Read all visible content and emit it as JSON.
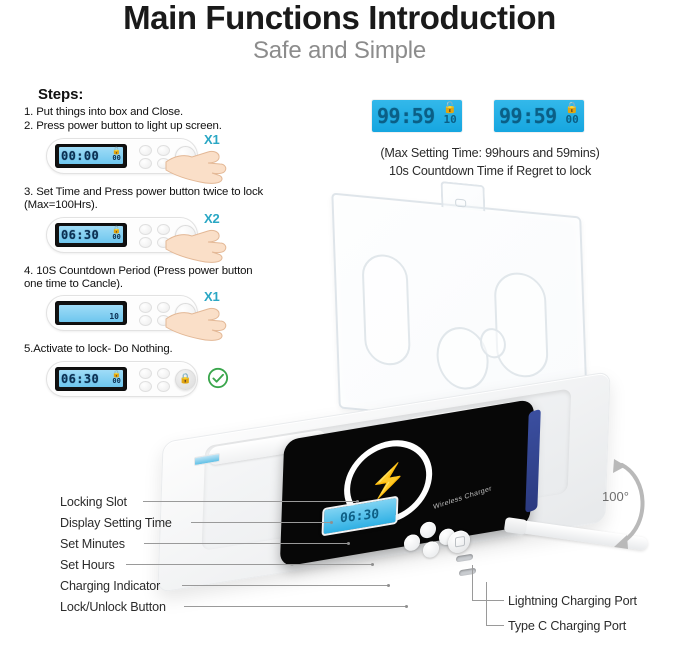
{
  "header": {
    "title": "Main Functions Introduction",
    "subtitle": "Safe and Simple"
  },
  "steps": {
    "heading": "Steps:",
    "items": [
      {
        "text": "1. Put things into box and Close.",
        "has_panel": false
      },
      {
        "text": "2. Press power button to light up screen.",
        "has_panel": true,
        "display_time": "00:00",
        "display_sub": "00",
        "lock_icon": "unlock-icon",
        "press_badge": "X1",
        "indicator": "hand-press"
      },
      {
        "text": "3. Set Time and Press power button twice to lock (Max=100Hrs).",
        "has_panel": true,
        "display_time": "06:30",
        "display_sub": "00",
        "lock_icon": "unlock-icon",
        "press_badge": "X2",
        "indicator": "hand-press"
      },
      {
        "text": "4. 10S Countdown Period (Press power button one time to Cancle).",
        "has_panel": true,
        "display_time": "",
        "display_countdown": "10",
        "display_sub": "",
        "lock_icon": "",
        "press_badge": "X1",
        "indicator": "hand-press"
      },
      {
        "text": "5.Activate to lock- Do Nothing.",
        "has_panel": true,
        "display_time": "06:30",
        "display_sub": "00",
        "lock_icon": "lock-icon",
        "press_badge": "",
        "indicator": "green-check"
      }
    ]
  },
  "max_time_demo": {
    "left_display": {
      "time": "99:59",
      "sub": "10",
      "lock_icon": "unlock-icon"
    },
    "right_display": {
      "time": "99:59",
      "sub": "00",
      "lock_icon": "lock-icon"
    },
    "note_line_1": "(Max Setting Time: 99hours and 59mins)",
    "note_line_2": "10s Countdown Time if Regret to lock"
  },
  "product": {
    "angle_label": "100°",
    "device_lcd_time": "06:30",
    "phone_brand": "Wireless Charger",
    "charging_icon": "lightning-bolt-icon",
    "coil_icon": "wireless-charging-coil-icon"
  },
  "callouts_left": [
    "Locking Slot",
    "Display Setting Time",
    "Set Minutes",
    "Set Hours",
    "Charging Indicator",
    "Lock/Unlock Button"
  ],
  "callouts_right": [
    "Lightning Charging Port",
    "Type C Charging Port"
  ],
  "colors": {
    "title": "#1a1a1a",
    "subtitle": "#8c8c8c",
    "badge_teal": "#2aa7c4",
    "check_green": "#3aa64c",
    "lcd_blue": "#2fb0e4",
    "lcd_text": "#0b5f86",
    "leader_line": "#9a9a9a"
  }
}
